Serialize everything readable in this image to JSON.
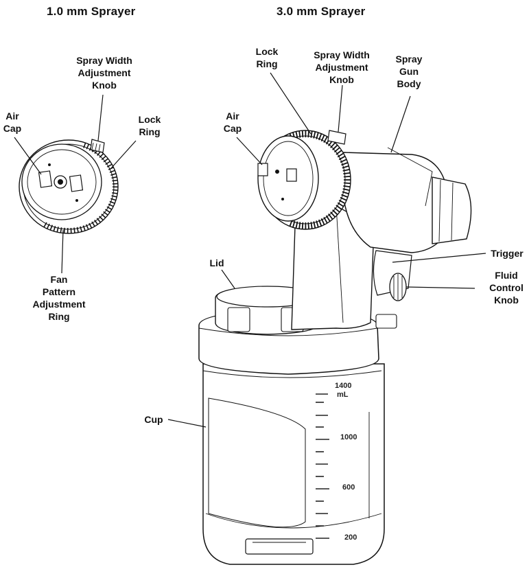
{
  "titles": {
    "left": "1.0 mm Sprayer",
    "right": "3.0 mm Sprayer"
  },
  "left_labels": {
    "spray_width": [
      "Spray Width",
      "Adjustment",
      "Knob"
    ],
    "air_cap": [
      "Air",
      "Cap"
    ],
    "lock_ring": [
      "Lock",
      "Ring"
    ],
    "fan_pattern": [
      "Fan",
      "Pattern",
      "Adjustment",
      "Ring"
    ]
  },
  "right_labels": {
    "lock_ring": [
      "Lock",
      "Ring"
    ],
    "spray_width": [
      "Spray Width",
      "Adjustment",
      "Knob"
    ],
    "spray_gun_body": [
      "Spray",
      "Gun",
      "Body"
    ],
    "air_cap": [
      "Air",
      "Cap"
    ],
    "lid": "Lid",
    "trigger": "Trigger",
    "fluid_control": [
      "Fluid",
      "Control",
      "Knob"
    ],
    "cup": "Cup"
  },
  "cup_scale": {
    "marks": [
      "1400",
      "1000",
      "600",
      "200"
    ],
    "unit": "mL"
  }
}
